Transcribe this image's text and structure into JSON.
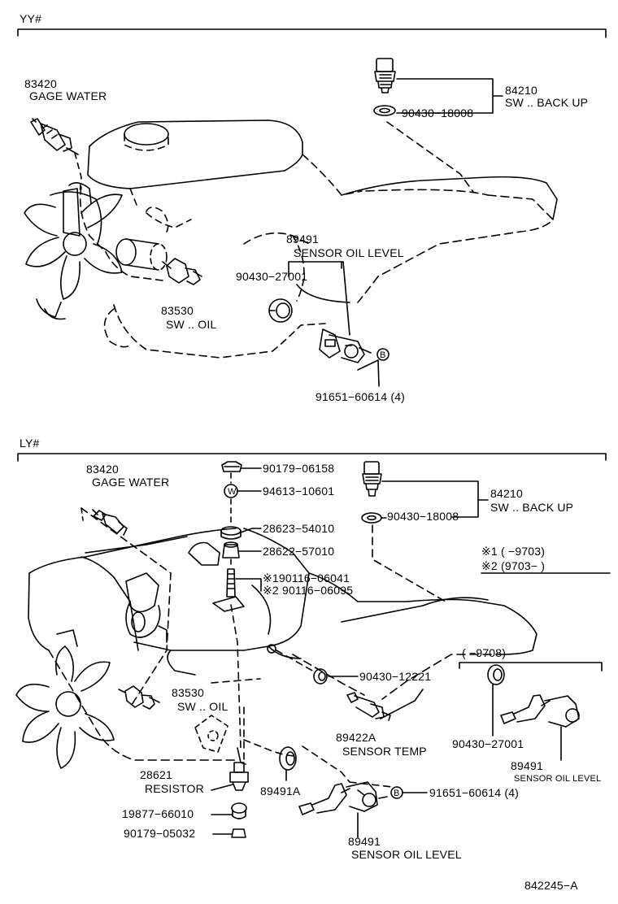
{
  "sections": [
    {
      "header": "YY#",
      "labels": {
        "p83420_num": "83420",
        "p83420_name": "GAGE WATER",
        "p84210_num": "84210",
        "p84210_name": "SW .. BACK UP",
        "p90430_18008": "90430−18008",
        "p89491_num": "89491",
        "p89491_name": "SENSOR OIL LEVEL",
        "p90430_27001": "90430−27001",
        "p83530_num": "83530",
        "p83530_name": "SW .. OIL",
        "p91651": "91651−60614 (4)",
        "bolt_mark": "B"
      }
    },
    {
      "header": "LY#",
      "labels": {
        "p83420_num": "83420",
        "p83420_name": "GAGE WATER",
        "p90179_06158": "90179−06158",
        "p94613": "94613−10601",
        "p28623": "28623−54010",
        "p28622": "28622−57010",
        "p190116": "※190116−06041",
        "p290116": "※2 90116−06095",
        "p84210_num": "84210",
        "p84210_name": "SW .. BACK UP",
        "p90430_18008": "90430−18008",
        "note1": "※1 (        −9703)",
        "note2": "※2 (9703−          )",
        "p9708": "(          −9708)",
        "p90430_12221": "90430−12221",
        "p83530_num": "83530",
        "p83530_name": "SW .. OIL",
        "p89422_num": "89422A",
        "p89422_name": "SENSOR TEMP",
        "p90430_27001": "90430−27001",
        "p89491_box_num": "89491",
        "p89491_box_name": "SENSOR  OIL  LEVEL",
        "p28621_num": "28621",
        "p28621_name": "RESISTOR",
        "p89491A": "89491A",
        "p91651": "91651−60614 (4)",
        "p19877": "19877−66010",
        "p90179_05032": "90179−05032",
        "p89491_num": "89491",
        "p89491_name": "SENSOR OIL LEVEL",
        "bolt_mark": "B",
        "washer_mark": "W"
      }
    }
  ],
  "figure_id": "842245−A"
}
